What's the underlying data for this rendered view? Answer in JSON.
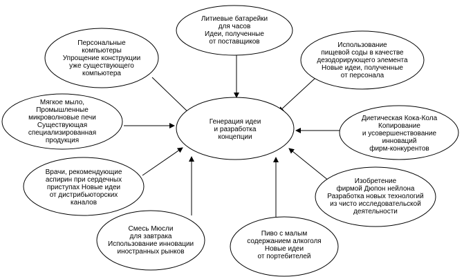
{
  "diagram": {
    "center": {
      "text": "Генерация идеи\nи разработка\nконцепции"
    },
    "nodes": [
      {
        "id": "top",
        "text": "Литиевые батарейки\nдля часов\nИдеи, полученные\nот поставщиков"
      },
      {
        "id": "top-left",
        "text": "Персональные\nкомпьютеры\nУпрощение конструкции\nуже существующего\nкомпьютера"
      },
      {
        "id": "top-right",
        "text": "Использование\nпищевой соды в качестве\nдезодорирующего элемента\nНовые идеи, полученные\nот персонала"
      },
      {
        "id": "left",
        "text": "Мягкое мыло,\nПромышленные\nмикроволновые печи\nСуществующая\nспециализированная\nпродукция"
      },
      {
        "id": "right",
        "text": "Диетическая Кока-Кола\nКопирование\nи усовершенствование\nинноваций\nфирм-конкурентов"
      },
      {
        "id": "bottom-left",
        "text": "Врачи, рекомендующие\nаспирин при сердечных\nприступах Новые идеи\nот дистрибьюторских\nканалов"
      },
      {
        "id": "bottom-right",
        "text": "Изобретение\nфирмой Дюпон нейлона\nРазработка новых технологий\nиз чисто исследовательской\nдеятельности"
      },
      {
        "id": "bottom-center-left",
        "text": "Смесь Мюсли\nдля завтрака\nИспользование инновации\nиностранных рынков"
      },
      {
        "id": "bottom-center-right",
        "text": "Пиво с малым\nсодержанием алкоголя\nНовые идеи\nот портебителей"
      }
    ]
  }
}
